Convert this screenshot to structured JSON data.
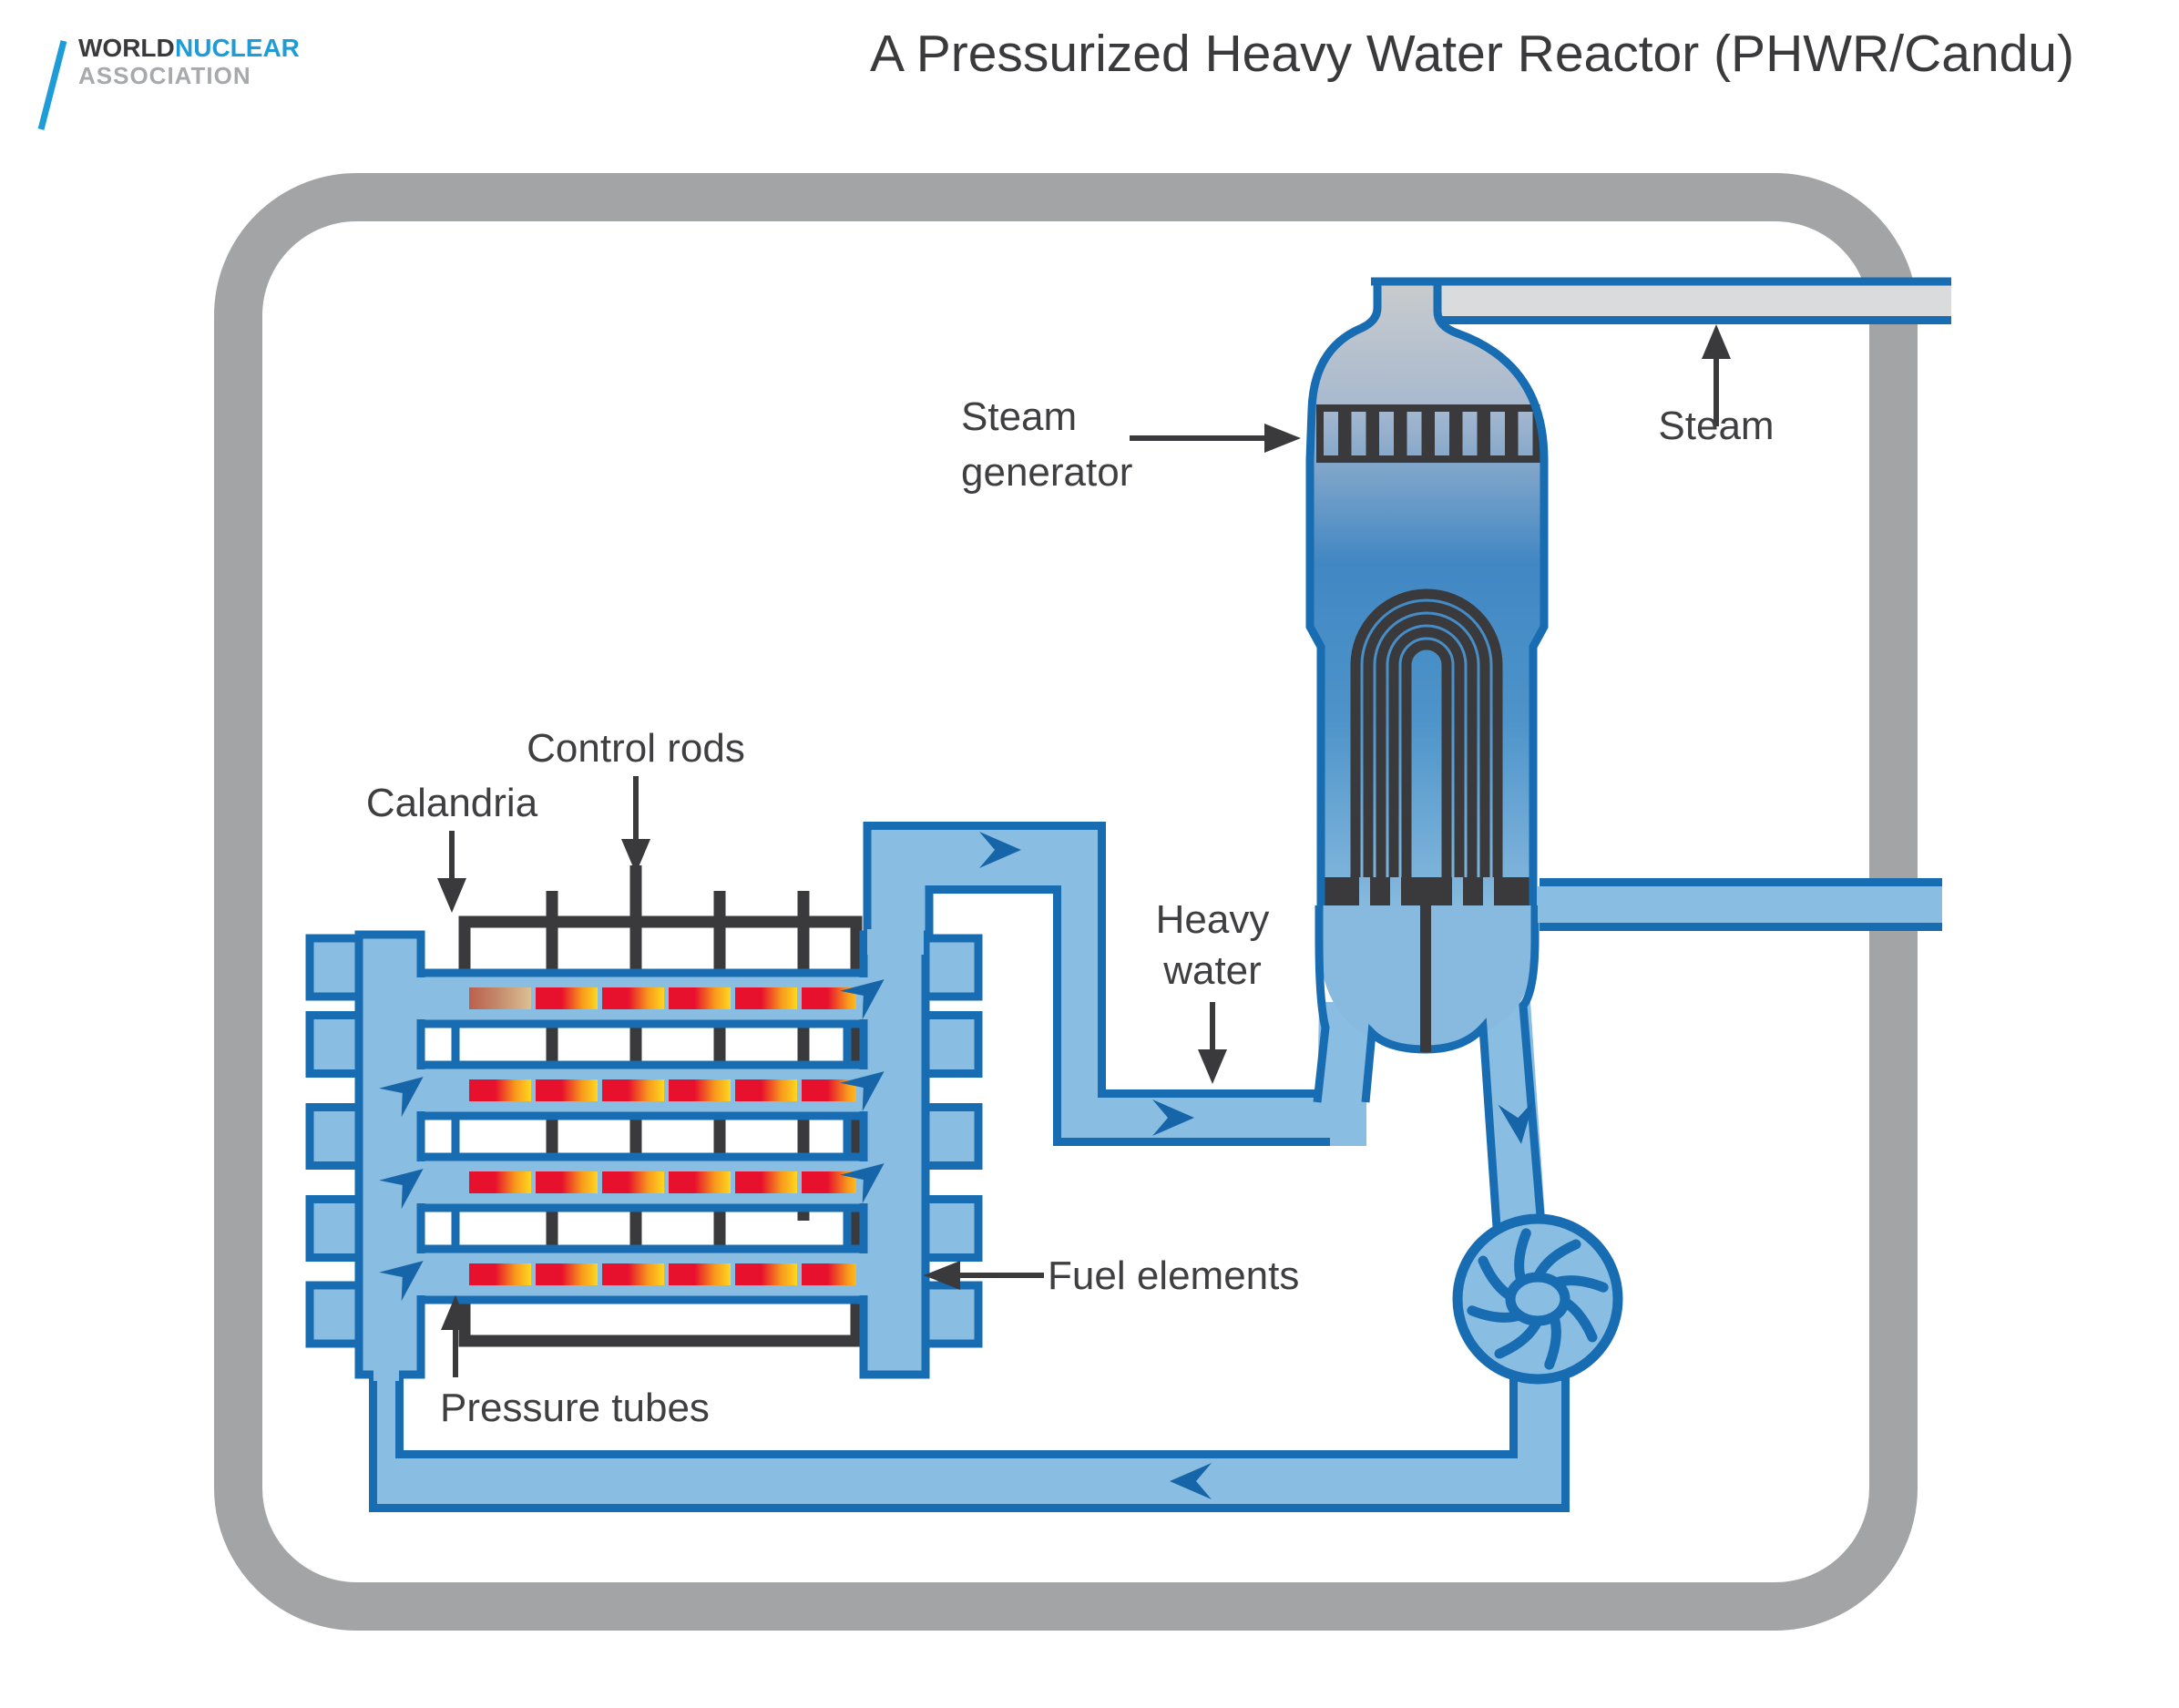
{
  "logo": {
    "world": "WORLD",
    "nuclear": "NUCLEAR",
    "association": "ASSOCIATION"
  },
  "title": "A Pressurized Heavy Water Reactor (PHWR/Candu)",
  "labels": {
    "steam_generator_line1": "Steam",
    "steam_generator_line2": "generator",
    "steam": "Steam",
    "control_rods": "Control rods",
    "calandria": "Calandria",
    "heavy_water_line1": "Heavy",
    "heavy_water_line2": "water",
    "fuel_elements": "Fuel elements",
    "pressure_tubes": "Pressure tubes"
  },
  "colors": {
    "pipe_fill": "#8abde2",
    "pipe_stroke": "#176cb2",
    "flow_arrow": "#1565a8",
    "containment": "#a2a4a6",
    "steam_pipe_fill": "#d9dbdd",
    "dark_detail": "#3a3a3c",
    "fuel_red": "#e8112d",
    "fuel_yellow": "#ffd720",
    "logo_blue": "#1e9cd7"
  }
}
